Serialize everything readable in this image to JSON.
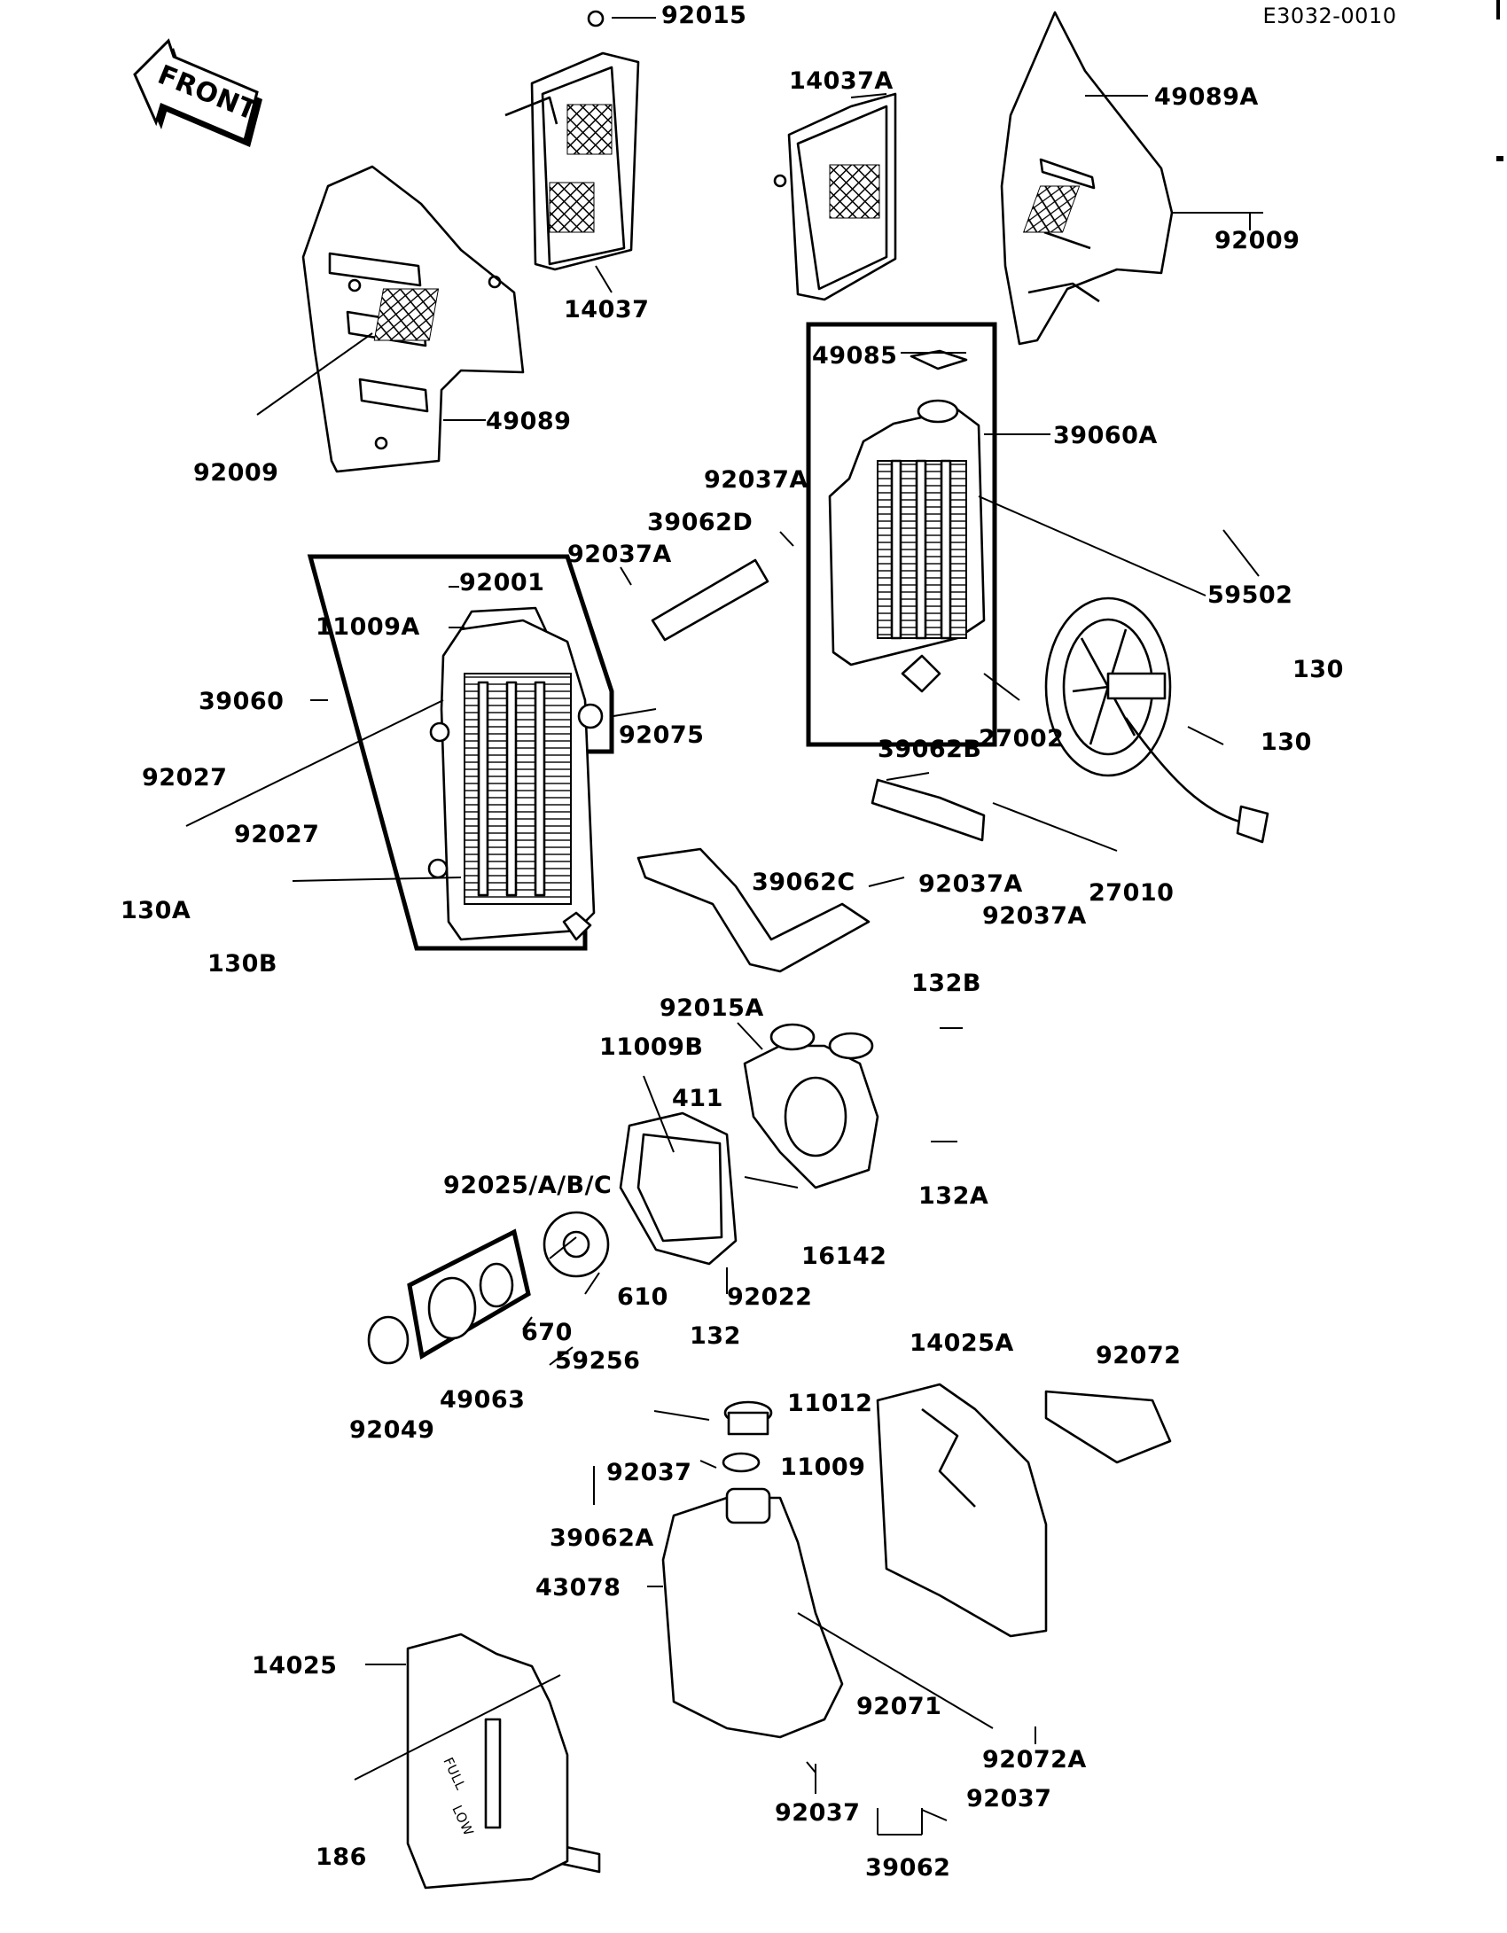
{
  "diagram_code": "E3032-0010",
  "front_label": "FRONT",
  "gauge": {
    "full": "FULL",
    "low": "LOW"
  },
  "parts": {
    "p92015": "92015",
    "p14037A": "14037A",
    "p49089A": "49089A",
    "p14037": "14037",
    "p92009_right": "92009",
    "p49085": "49085",
    "p49089": "49089",
    "p39060A": "39060A",
    "p92009_left": "92009",
    "p92037A_1": "92037A",
    "p39062D": "39062D",
    "p92037A_2": "92037A",
    "p92001": "92001",
    "p59502": "59502",
    "p11009A": "11009A",
    "p130_1": "130",
    "p39060": "39060",
    "p92075": "92075",
    "p27002": "27002",
    "p130_2": "130",
    "p92027_1": "92027",
    "p39062B": "39062B",
    "p92027_2": "92027",
    "p130A": "130A",
    "p39062C": "39062C",
    "p92037A_3": "92037A",
    "p27010": "27010",
    "p92037A_4": "92037A",
    "p130B": "130B",
    "p132B": "132B",
    "p92015A": "92015A",
    "p11009B": "11009B",
    "p411": "411",
    "p92025": "92025/A/B/C",
    "p132A": "132A",
    "p16142": "16142",
    "p610": "610",
    "p92022": "92022",
    "p670": "670",
    "p132": "132",
    "p59256": "59256",
    "p49063": "49063",
    "p92049": "92049",
    "p14025A": "14025A",
    "p92072": "92072",
    "p11012": "11012",
    "p11009": "11009",
    "p92037_1": "92037",
    "p39062A": "39062A",
    "p43078": "43078",
    "p14025": "14025",
    "p92071": "92071",
    "p92072A": "92072A",
    "p92037_2": "92037",
    "p92037_3": "92037",
    "p186": "186",
    "p39062": "39062"
  }
}
